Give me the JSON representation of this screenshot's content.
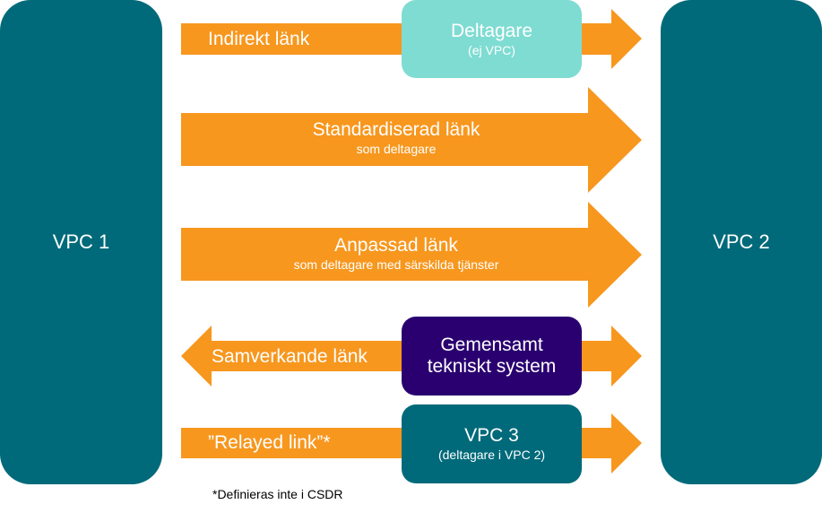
{
  "colors": {
    "vpc": "#006a7a",
    "arrow": "#f7971e",
    "participant": "#7fdcd2",
    "shared_system": "#2a0070",
    "vpc3": "#006a7a",
    "text_light": "#ffffff",
    "text_dark": "#000000"
  },
  "vpc1": {
    "label": "VPC 1"
  },
  "vpc2": {
    "label": "VPC 2"
  },
  "links": [
    {
      "title": "Indirekt länk",
      "subtitle": "",
      "direction": "right"
    },
    {
      "title": "Standardiserad länk",
      "subtitle": "som deltagare",
      "direction": "right"
    },
    {
      "title": "Anpassad länk",
      "subtitle": "som deltagare med särskilda tjänster",
      "direction": "right"
    },
    {
      "title": "Samverkande länk",
      "subtitle": "",
      "direction": "both"
    },
    {
      "title": "”Relayed link”*",
      "subtitle": "",
      "direction": "right"
    }
  ],
  "boxes": {
    "participant": {
      "title": "Deltagare",
      "subtitle": "(ej VPC)"
    },
    "shared_system": {
      "line1": "Gemensamt",
      "line2": "tekniskt system"
    },
    "vpc3": {
      "title": "VPC 3",
      "subtitle": "(deltagare i VPC 2)"
    }
  },
  "footnote": "*Definieras inte i CSDR"
}
